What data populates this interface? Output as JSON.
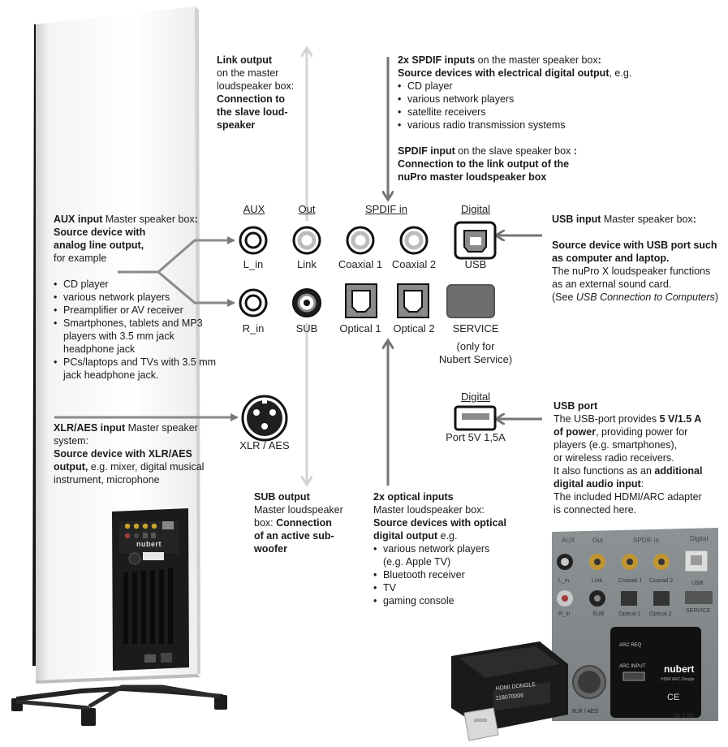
{
  "headers": {
    "aux": "AUX",
    "out": "Out",
    "spdif_in": "SPDIF in",
    "digital": "Digital",
    "digital2": "Digital"
  },
  "ports": {
    "l_in": "L_in",
    "link": "Link",
    "coax1": "Coaxial 1",
    "coax2": "Coaxial 2",
    "usb": "USB",
    "r_in": "R_in",
    "sub": "SUB",
    "opt1": "Optical 1",
    "opt2": "Optical 2",
    "service": "SERVICE",
    "service_note": [
      "(only for",
      "Nubert Service)"
    ],
    "xlr": "XLR / AES",
    "usb_port": "Port 5V 1,5A"
  },
  "link_output": {
    "l1_bold": "Link output",
    "l2": "on the master",
    "l3": "loudspeaker box:",
    "l4_bold": "Connection to",
    "l5_bold": "the slave loud-",
    "l6_bold": "speaker"
  },
  "spdif_block": {
    "title_bold": "2x SPDIF inputs",
    "title_rest": " on the master speaker box",
    "colon": ":",
    "line2_bold": "Source devices with electrical digital output",
    "line2_rest": ", e.g.",
    "items": [
      "CD player",
      "various network players",
      "satellite receivers",
      "various radio transmission systems"
    ]
  },
  "spdif_slave": {
    "bold1": "SPDIF input",
    "rest1": " on the slave speaker box ",
    "colon1": ":",
    "line2_bold": "Connection to the link output of the",
    "line3_bold": "nuPro master loudspeaker box"
  },
  "aux_block": {
    "bold1": "AUX input",
    "rest1": " Master speaker box",
    "colon1": ":",
    "l2_bold": "Source device with",
    "l3_bold": "analog line output,",
    "l4": "for example",
    "items": [
      "CD player",
      "various network players",
      "Preamplifier or AV receiver",
      "Smartphones, tablets and MP3 players with 3.5 mm jack headphone jack",
      "PCs/laptops and TVs with 3.5 mm jack headphone jack."
    ]
  },
  "usb_input": {
    "bold1": "USB input",
    "rest1": " Master speaker box",
    "colon1": ":",
    "l2_bold": "Source device with USB port such",
    "l3_bold": "as computer and laptop.",
    "l4": "The nuPro X loudspeaker functions",
    "l5": "as an external sound card.",
    "l6_pre": "(See ",
    "l6_ital": "USB Connection to Computers",
    "l6_post": ")"
  },
  "xlr_block": {
    "bold1": "XLR/AES input",
    "rest1": " Master speaker",
    "l2": "system:",
    "l3_bold": "Source device with XLR/AES",
    "l4_bold": "output,",
    "l4_rest": " e.g. mixer, digital musical",
    "l5": "instrument, microphone"
  },
  "sub_output": {
    "l1_bold": "SUB output",
    "l2": "Master loudspeaker",
    "l3_pre": "box: ",
    "l3_bold": "Connection",
    "l4_bold": "of an active sub-",
    "l5_bold": "woofer"
  },
  "optical_block": {
    "bold1": "2x optical inputs",
    "l2": "Master loudspeaker box:",
    "l3_bold": "Source devices with optical",
    "l4_bold": "digital output",
    "l4_rest": " e.g.",
    "items": [
      "various network players (e.g. Apple TV)",
      "Bluetooth receiver",
      "TV",
      "gaming console"
    ]
  },
  "usb_port_block": {
    "bold1": "USB port",
    "l2_pre": "The USB-port provides ",
    "l2_bold": "5 V/1.5 A",
    "l3_bold": "of power",
    "l3_rest": ", providing power for",
    "l4": "players (e.g. smartphones),",
    "l5": "or wireless radio receivers.",
    "l6_pre": "It also functions as an ",
    "l6_bold": "additional",
    "l7_bold": "digital audio input",
    ":": ":",
    "l7_rest": ":",
    "l8": "The included HDMI/ARC adapter",
    "l9": "is connected here."
  },
  "photo": {
    "aux": "AUX",
    "out": "Out",
    "spdif": "SPDIF in",
    "digital": "Digital",
    "l_in": "L_in",
    "link": "Link",
    "coax1": "Coaxial 1",
    "coax2": "Coaxial 2",
    "usb": "USB",
    "r_in": "R_in",
    "sub": "SUB",
    "opt1": "Optical 1",
    "opt2": "Optical 2",
    "service": "SERVICE",
    "arc_req": "ARC REQ",
    "arc_input": "ARC INPUT",
    "nubert": "nubert",
    "dongle_sub": "HDMI ARC Dongle",
    "dongle_label": "HDMI DONGLE",
    "serial": "118070006",
    "xlr": "XLR / AES",
    "power": "5V 1,5A",
    "ce": "CE"
  },
  "speaker": {
    "logo": "nubert"
  },
  "colors": {
    "arrow": "#8a8a8a",
    "arrow_light": "#d4d4d4",
    "arrow_dark": "#6f6f6f",
    "panel": "#111111",
    "service": "#6e6e6e"
  }
}
